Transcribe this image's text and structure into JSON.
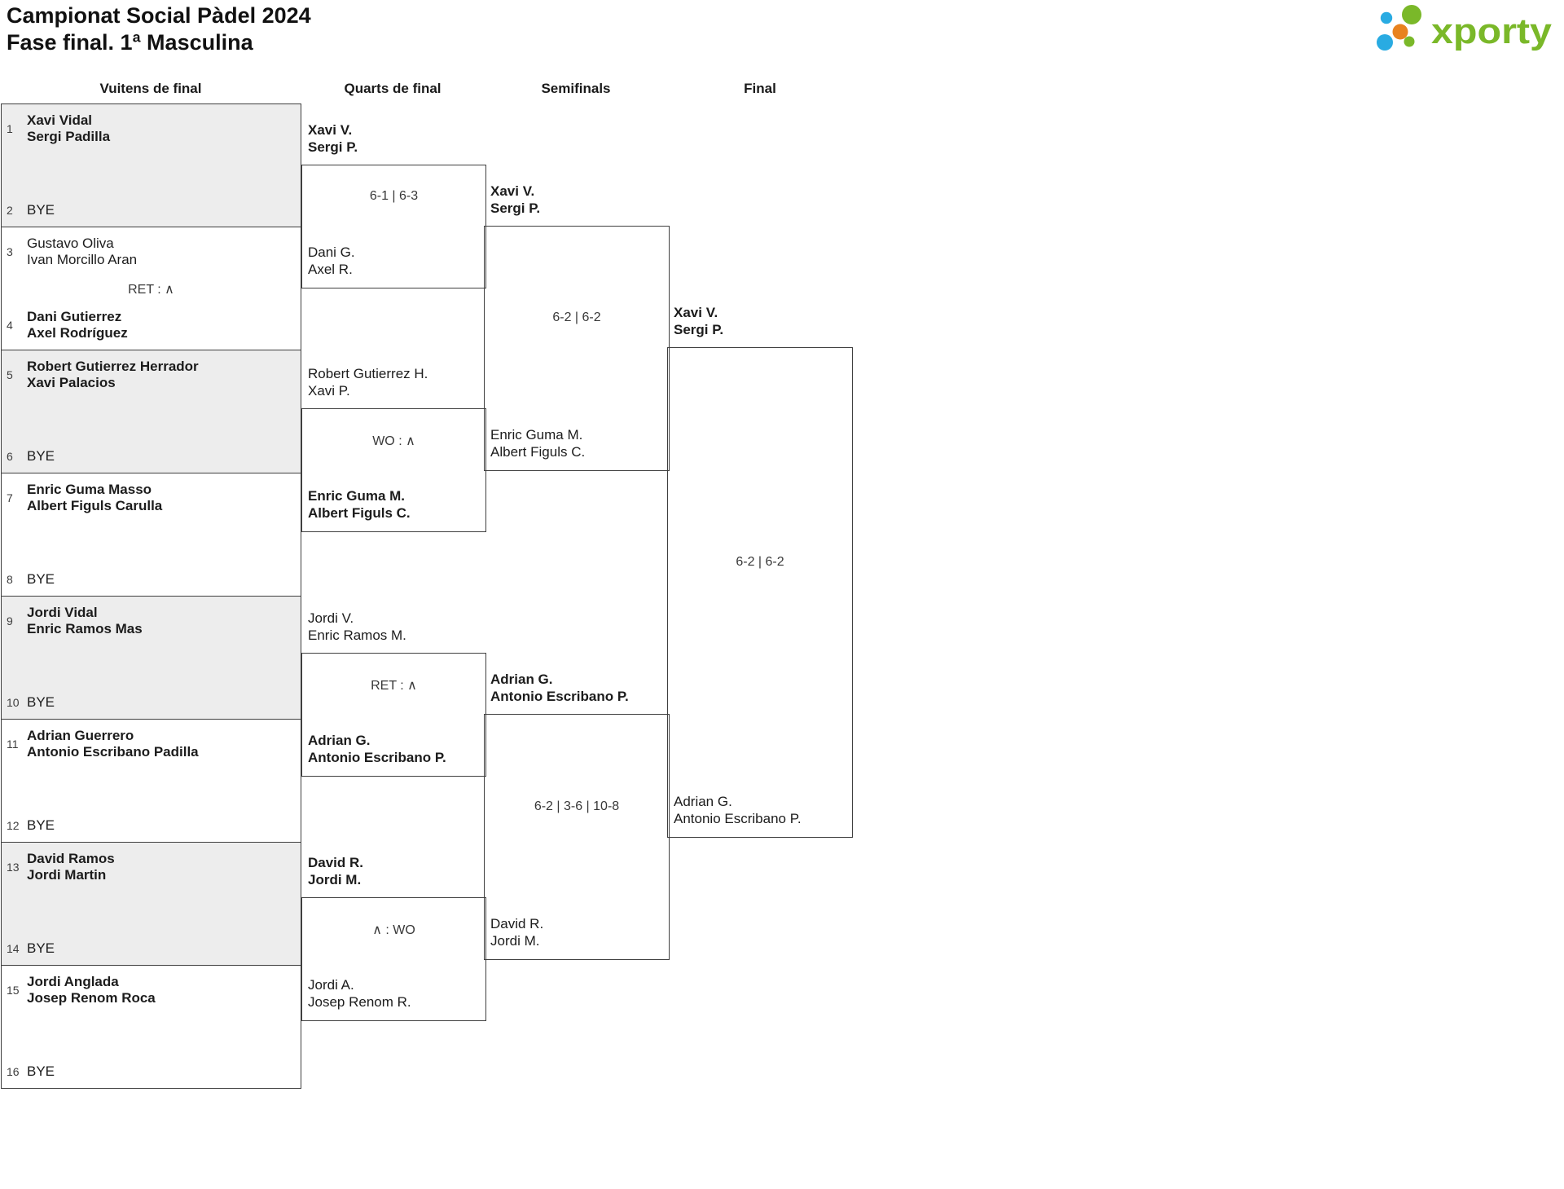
{
  "page": {
    "title_line1": "Campionat Social Pàdel 2024",
    "title_line2": "Fase final. 1ª Masculina",
    "logo_text": "xporty"
  },
  "colors": {
    "logo_green": "#7ab829",
    "logo_blue": "#29abe2",
    "logo_orange": "#e8821e",
    "alt_row_bg": "#ededed",
    "line": "#3f3f3f"
  },
  "rounds": [
    "Vuitens de final",
    "Quarts de final",
    "Semifinals",
    "Final"
  ],
  "r16": [
    {
      "score": "",
      "top": {
        "seed": "1",
        "name1": "Xavi Vidal",
        "name2": "Sergi Padilla",
        "winner": true
      },
      "bottom": {
        "seed": "2",
        "name1": "BYE",
        "name2": "",
        "winner": false
      }
    },
    {
      "score": "RET : ∧",
      "top": {
        "seed": "3",
        "name1": "Gustavo Oliva",
        "name2": "Ivan Morcillo Aran",
        "winner": false
      },
      "bottom": {
        "seed": "4",
        "name1": "Dani Gutierrez",
        "name2": "Axel Rodríguez",
        "winner": true
      }
    },
    {
      "score": "",
      "top": {
        "seed": "5",
        "name1": "Robert Gutierrez Herrador",
        "name2": "Xavi Palacios",
        "winner": true
      },
      "bottom": {
        "seed": "6",
        "name1": "BYE",
        "name2": "",
        "winner": false
      }
    },
    {
      "score": "",
      "top": {
        "seed": "7",
        "name1": "Enric Guma Masso",
        "name2": "Albert Figuls Carulla",
        "winner": true
      },
      "bottom": {
        "seed": "8",
        "name1": "BYE",
        "name2": "",
        "winner": false
      }
    },
    {
      "score": "",
      "top": {
        "seed": "9",
        "name1": "Jordi Vidal",
        "name2": "Enric Ramos Mas",
        "winner": true
      },
      "bottom": {
        "seed": "10",
        "name1": "BYE",
        "name2": "",
        "winner": false
      }
    },
    {
      "score": "",
      "top": {
        "seed": "11",
        "name1": "Adrian Guerrero",
        "name2": "Antonio Escribano Padilla",
        "winner": true
      },
      "bottom": {
        "seed": "12",
        "name1": "BYE",
        "name2": "",
        "winner": false
      }
    },
    {
      "score": "",
      "top": {
        "seed": "13",
        "name1": "David Ramos",
        "name2": "Jordi Martin",
        "winner": true
      },
      "bottom": {
        "seed": "14",
        "name1": "BYE",
        "name2": "",
        "winner": false
      }
    },
    {
      "score": "",
      "top": {
        "seed": "15",
        "name1": "Jordi Anglada",
        "name2": "Josep Renom Roca",
        "winner": true
      },
      "bottom": {
        "seed": "16",
        "name1": "BYE",
        "name2": "",
        "winner": false
      }
    }
  ],
  "qf": [
    {
      "score": "6-1 | 6-3",
      "top": {
        "name1": "Xavi V.",
        "name2": "Sergi P.",
        "winner": true
      },
      "bottom": {
        "name1": "Dani G.",
        "name2": "Axel R.",
        "winner": false
      }
    },
    {
      "score": "WO : ∧",
      "top": {
        "name1": "Robert Gutierrez H.",
        "name2": "Xavi P.",
        "winner": false
      },
      "bottom": {
        "name1": "Enric Guma M.",
        "name2": "Albert Figuls C.",
        "winner": true
      }
    },
    {
      "score": "RET : ∧",
      "top": {
        "name1": "Jordi V.",
        "name2": "Enric Ramos M.",
        "winner": false
      },
      "bottom": {
        "name1": "Adrian G.",
        "name2": "Antonio Escribano P.",
        "winner": true
      }
    },
    {
      "score": "∧ : WO",
      "top": {
        "name1": "David R.",
        "name2": "Jordi M.",
        "winner": true
      },
      "bottom": {
        "name1": "Jordi A.",
        "name2": "Josep Renom R.",
        "winner": false
      }
    }
  ],
  "sf": [
    {
      "score": "6-2 | 6-2",
      "top": {
        "name1": "Xavi V.",
        "name2": "Sergi P.",
        "winner": true
      },
      "bottom": {
        "name1": "Enric Guma M.",
        "name2": "Albert Figuls C.",
        "winner": false
      }
    },
    {
      "score": "6-2 | 3-6 | 10-8",
      "top": {
        "name1": "Adrian G.",
        "name2": "Antonio Escribano P.",
        "winner": true
      },
      "bottom": {
        "name1": "David R.",
        "name2": "Jordi M.",
        "winner": false
      }
    }
  ],
  "final": {
    "score": "6-2 | 6-2",
    "top": {
      "name1": "Xavi V.",
      "name2": "Sergi P.",
      "winner": true
    },
    "bottom": {
      "name1": "Adrian G.",
      "name2": "Antonio Escribano P.",
      "winner": false
    }
  }
}
